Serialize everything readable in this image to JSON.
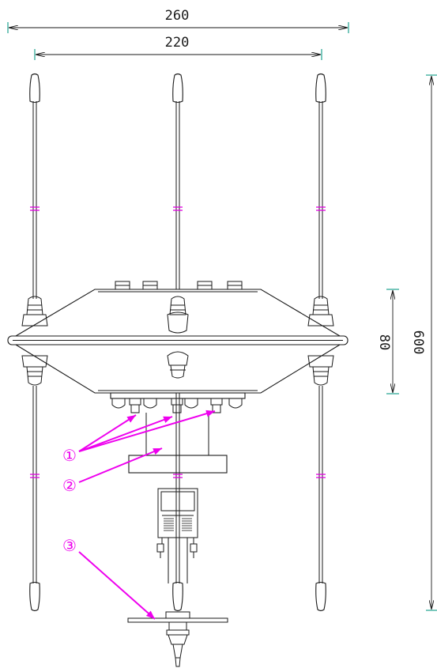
{
  "dimensions": {
    "overall_width": "260",
    "spacing_width": "220",
    "total_height": "600",
    "body_height": "80"
  },
  "callouts": {
    "c1": "①",
    "c2": "②",
    "c3": "③"
  },
  "colors": {
    "callout": "#ee00ee",
    "dimension_tick": "#1fa28f",
    "line": "#1a1a1a"
  }
}
